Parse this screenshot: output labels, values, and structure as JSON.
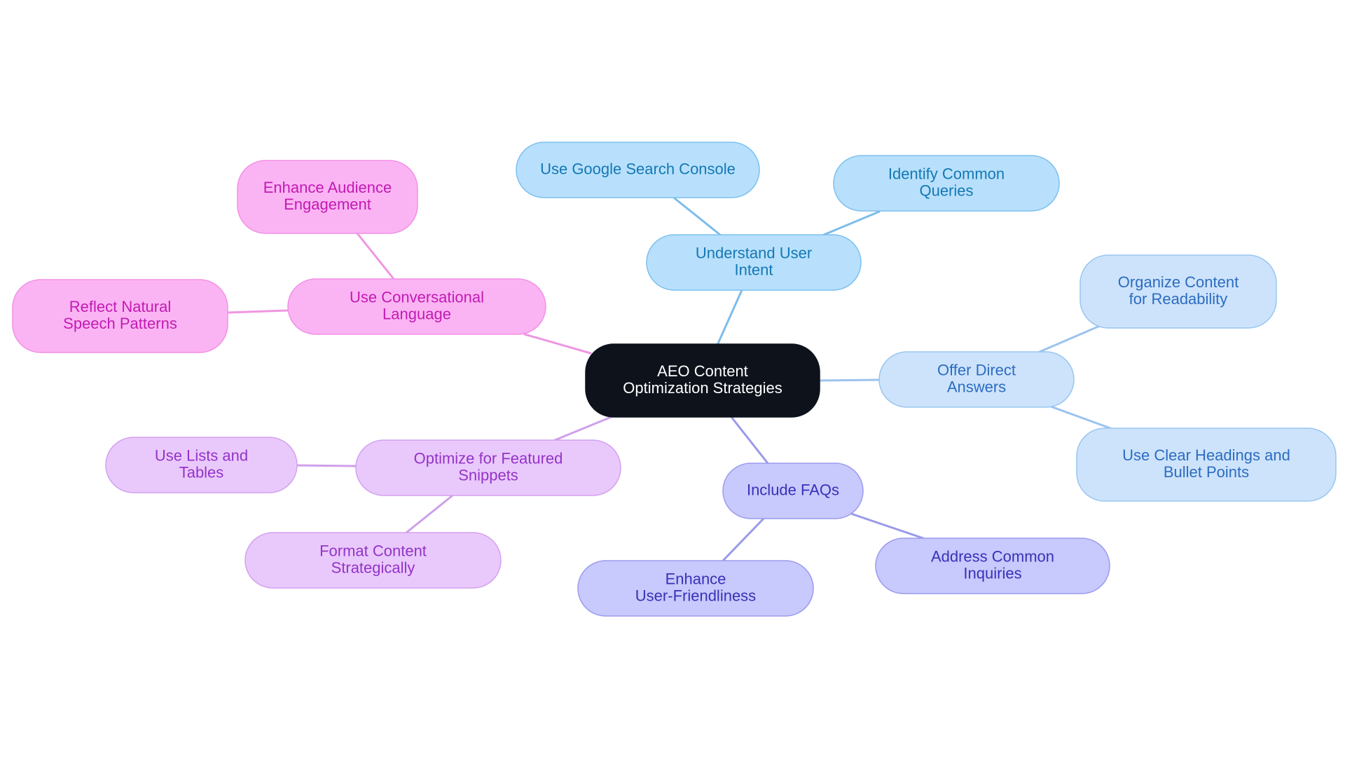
{
  "colors": {
    "root_fill": "#0d121b",
    "root_text": "#ffffff",
    "sky_fill": "#b8e0fc",
    "sky_stroke": "#7cc0ef",
    "sky_text": "#1478b4",
    "sky_line": "#7dbdea",
    "pale_fill": "#cde3fb",
    "pale_stroke": "#98c6f0",
    "pale_text": "#2c6cc0",
    "pale_line": "#9cc3ee",
    "periwinkle_fill": "#c8c9fc",
    "periwinkle_stroke": "#9c9bef",
    "periwinkle_text": "#3731b8",
    "periwinkle_line": "#9a9aea",
    "lavender_fill": "#e9c9fb",
    "lavender_stroke": "#d2a1f0",
    "lavender_text": "#9333c8",
    "lavender_line": "#cfa0ea",
    "pink_fill": "#fbb4f3",
    "pink_stroke": "#f290e6",
    "pink_text": "#c21ab4",
    "pink_line": "#ee97e2"
  },
  "root": {
    "label": "AEO Content Optimization Strategies"
  },
  "branches": [
    {
      "label": "Understand User Intent",
      "palette": "sky",
      "children": [
        {
          "label": "Use Google Search Console"
        },
        {
          "label": "Identify Common Queries"
        }
      ]
    },
    {
      "label": "Offer Direct Answers",
      "palette": "pale",
      "children": [
        {
          "label": "Organize Content for Readability"
        },
        {
          "label": "Use Clear Headings and Bullet Points"
        }
      ]
    },
    {
      "label": "Include FAQs",
      "palette": "periwinkle",
      "children": [
        {
          "label": "Address Common Inquiries"
        },
        {
          "label": "Enhance User-Friendliness"
        }
      ]
    },
    {
      "label": "Optimize for Featured Snippets",
      "palette": "lavender",
      "children": [
        {
          "label": "Use Lists and Tables"
        },
        {
          "label": "Format Content Strategically"
        }
      ]
    },
    {
      "label": "Use Conversational Language",
      "palette": "pink",
      "children": [
        {
          "label": "Enhance Audience Engagement"
        },
        {
          "label": "Reflect Natural Speech Patterns"
        }
      ]
    }
  ]
}
